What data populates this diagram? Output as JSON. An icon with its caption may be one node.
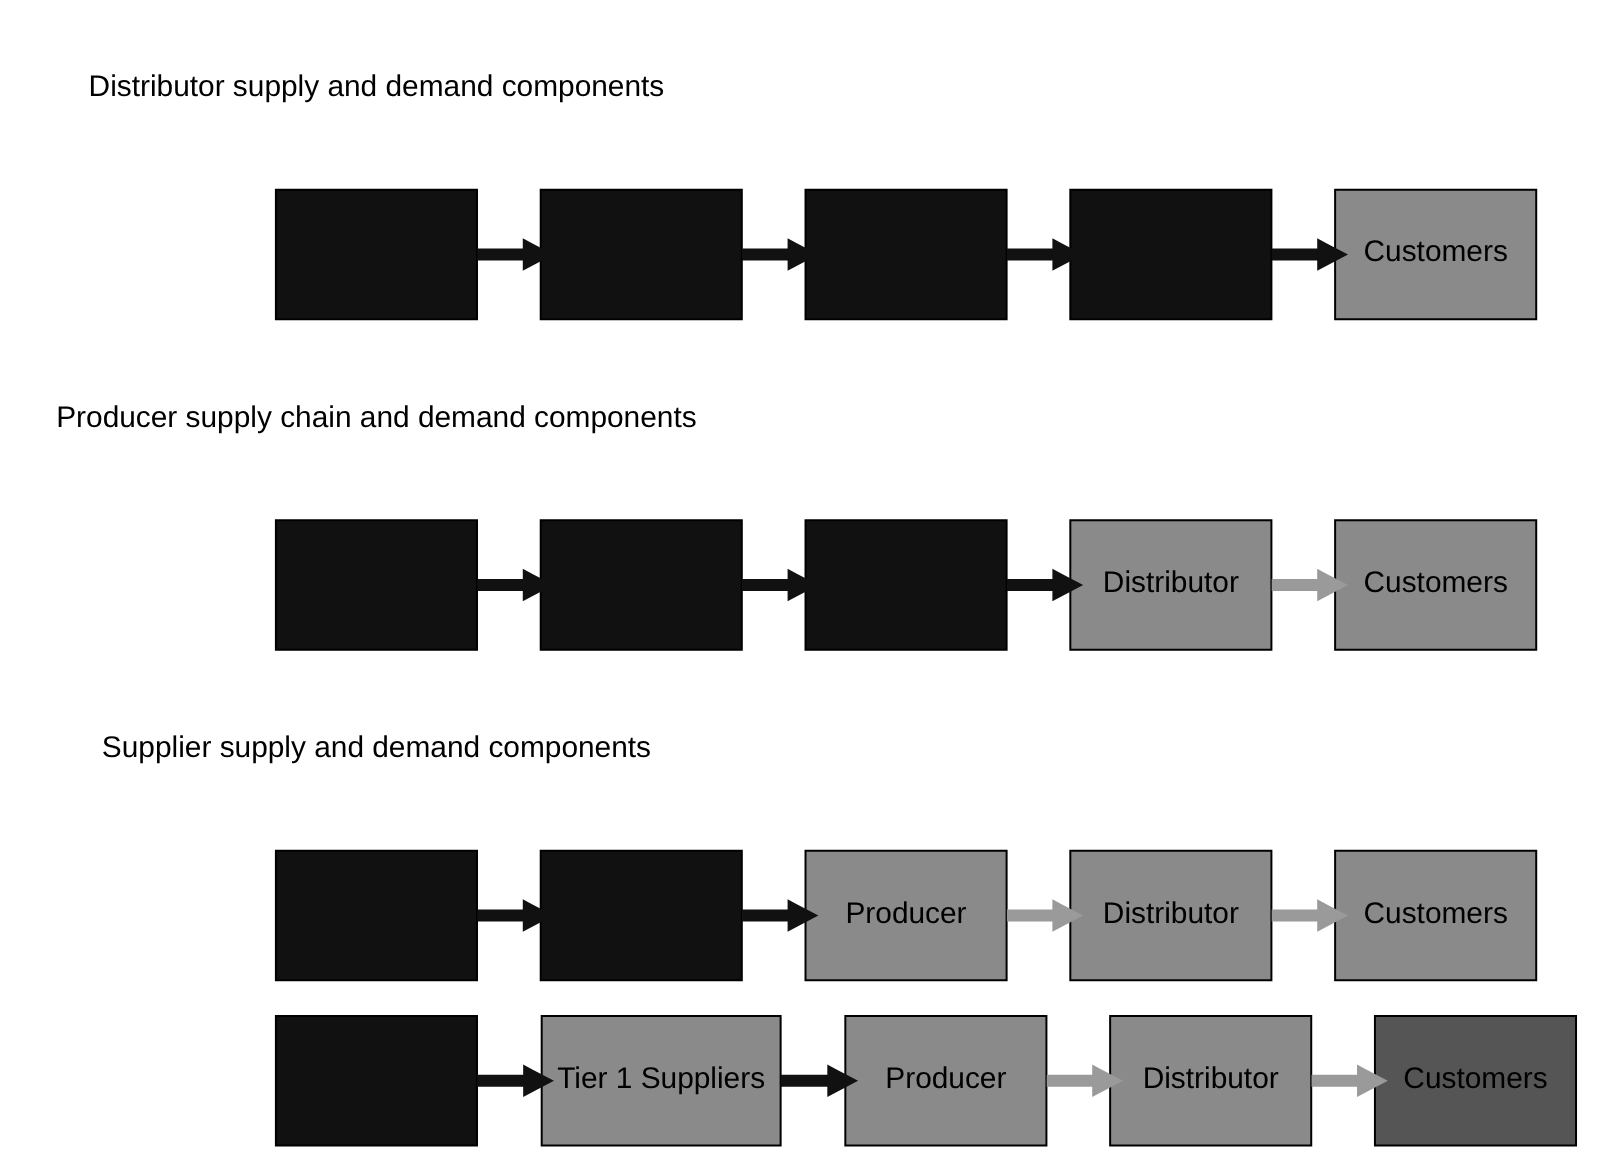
{
  "diagram": {
    "nodes": [
      {
        "text": [],
        "shape": "box"
      },
      {
        "text": [],
        "shape": "box"
      },
      {
        "text": [],
        "shape": "box"
      },
      {
        "text": [],
        "shape": "box"
      },
      {
        "text": [
          "Customers"
        ]
      },
      {
        "text": [],
        "shape": "box"
      },
      {
        "text": [],
        "shape": "box"
      },
      {
        "text": [],
        "shape": "box"
      },
      {
        "text": [
          "Distributor"
        ]
      },
      {
        "text": [
          "Customers"
        ]
      },
      {
        "text": [],
        "shape": "box"
      },
      {
        "text": [],
        "shape": "box"
      },
      {
        "text": [
          "Producer"
        ]
      },
      {
        "text": [
          "Distributor"
        ]
      },
      {
        "text": [
          "Customers"
        ]
      },
      {
        "text": [],
        "shape": "box"
      },
      {
        "text": [
          "Tier 1 Suppliers"
        ]
      },
      {
        "text": [
          "Producer"
        ]
      },
      {
        "text": [
          "Distributor"
        ]
      },
      {
        "text": [
          "Customers"
        ]
      }
    ],
    "edges": [
      {
        "from": 0,
        "to": 1,
        "arrow": "to"
      },
      {
        "from": 1,
        "to": 2,
        "arrow": "to"
      },
      {
        "from": 2,
        "to": 3,
        "arrow": "to"
      },
      {
        "from": 3,
        "to": 4,
        "arrow": "to"
      },
      {
        "from": 5,
        "to": 6,
        "arrow": "to"
      },
      {
        "from": 6,
        "to": 7,
        "arrow": "to"
      },
      {
        "from": 7,
        "to": 8,
        "arrow": "to"
      },
      {
        "from": 8,
        "to": 9,
        "arrow": "to",
        "color": "#9a9a9a"
      },
      {
        "from": 10,
        "to": 11,
        "arrow": "to"
      },
      {
        "from": 11,
        "to": 12,
        "arrow": "to"
      },
      {
        "from": 12,
        "to": 13,
        "arrow": "to",
        "color": "#9a9a9a"
      },
      {
        "from": 13,
        "to": 14,
        "arrow": "to",
        "color": "#9a9a9a"
      },
      {
        "from": 15,
        "to": 16,
        "arrow": "to"
      },
      {
        "from": 16,
        "to": 17,
        "arrow": "to"
      },
      {
        "from": 17,
        "to": 18,
        "arrow": "to",
        "color": "#9a9a9a"
      },
      {
        "from": 18,
        "to": 19,
        "arrow": "to",
        "color": "#9a9a9a"
      }
    ],
    "labels": [
      "Distributor supply and demand components",
      "Producer supply chain and demand components",
      "Supplier supply and demand components"
    ]
  }
}
